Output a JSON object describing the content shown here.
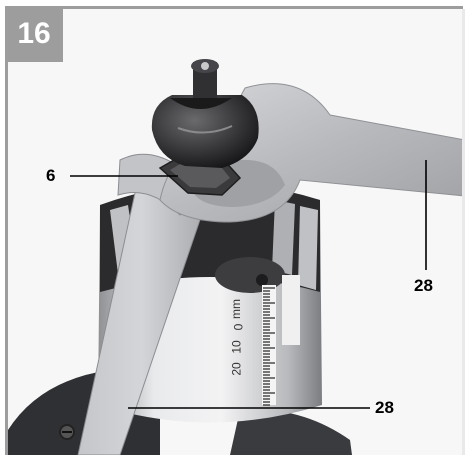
{
  "figure": {
    "number": "16",
    "callouts": [
      {
        "id": "nut",
        "label": "6"
      },
      {
        "id": "wrench-upper",
        "label": "28"
      },
      {
        "id": "wrench-lower",
        "label": "28"
      }
    ],
    "scale": {
      "unit": "mm",
      "ticks": [
        "0",
        "10",
        "20"
      ]
    },
    "colors": {
      "frame": "#9d9d9d",
      "label_text": "#000000",
      "metal": "#c9cbce",
      "dark_metal": "#2b2b2d"
    }
  }
}
